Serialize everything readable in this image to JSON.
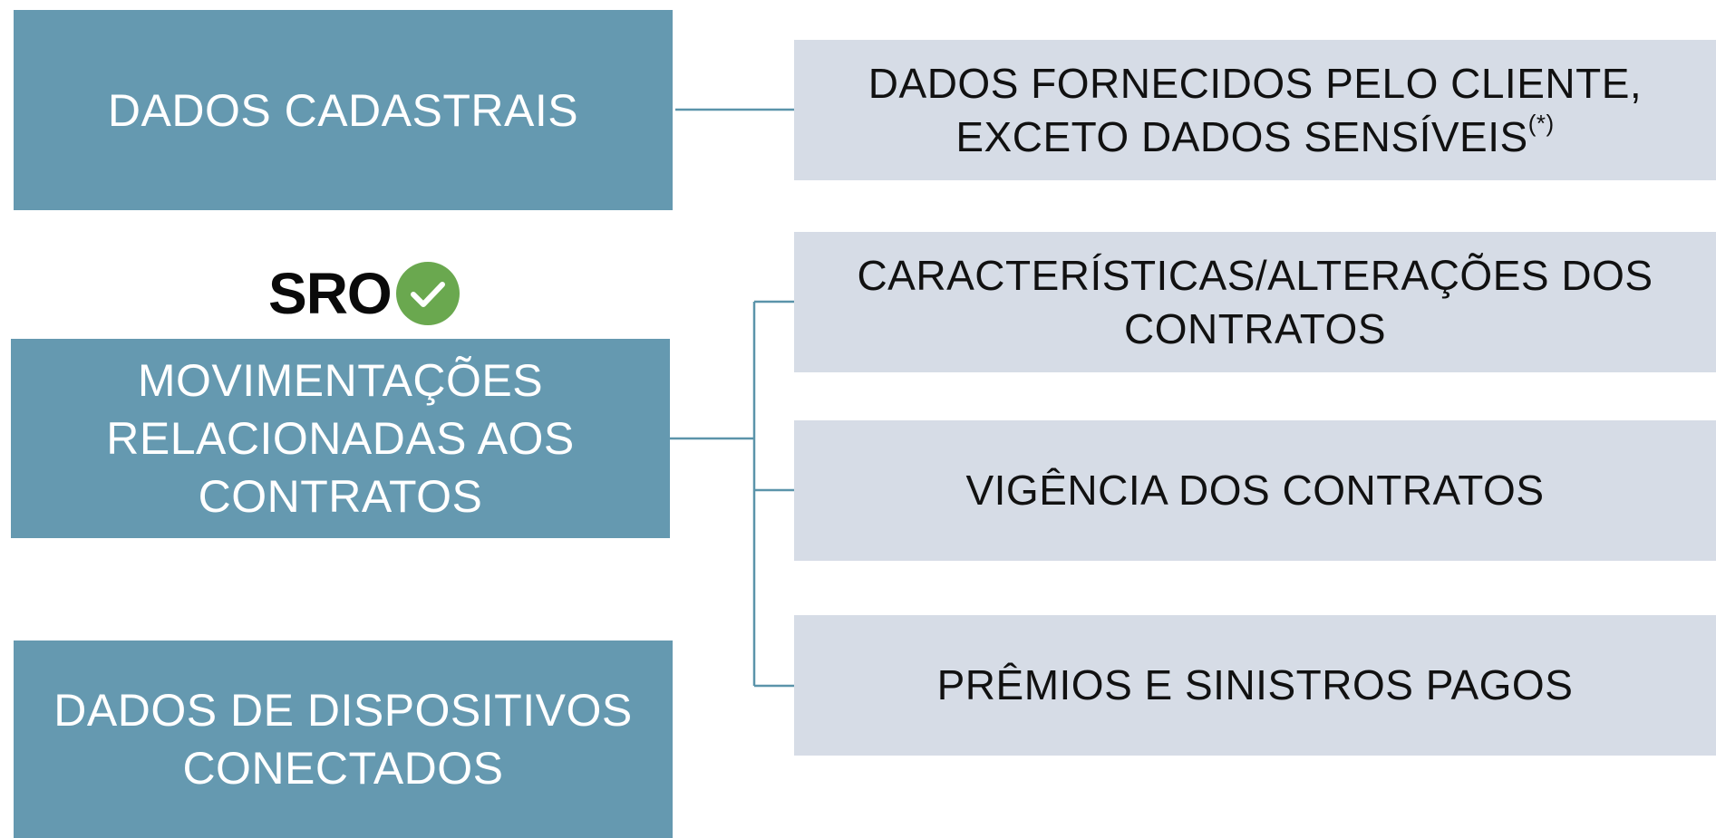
{
  "left_boxes": [
    {
      "lines": [
        "DADOS CADASTRAIS"
      ]
    },
    {
      "lines": [
        "MOVIMENTAÇÕES",
        "RELACIONADAS AOS",
        "CONTRATOS"
      ]
    },
    {
      "lines": [
        "DADOS DE DISPOSITIVOS",
        "CONECTADOS"
      ]
    }
  ],
  "right_boxes": [
    {
      "lines": [
        "DADOS FORNECIDOS PELO CLIENTE,",
        "EXCETO DADOS SENSÍVEIS"
      ],
      "superscript": "(*)"
    },
    {
      "lines": [
        "CARACTERÍSTICAS/ALTERAÇÕES DOS",
        "CONTRATOS"
      ]
    },
    {
      "lines": [
        "VIGÊNCIA DOS CONTRATOS"
      ]
    },
    {
      "lines": [
        "PRÊMIOS E SINISTROS PAGOS"
      ]
    }
  ],
  "sro_badge": {
    "text": "SRO",
    "icon": "check-circle-icon",
    "icon_color": "#6aa84f"
  },
  "colors": {
    "left_box_fill": "#6599b0",
    "right_box_fill": "#d6dce6",
    "connector": "#5b94aa"
  }
}
